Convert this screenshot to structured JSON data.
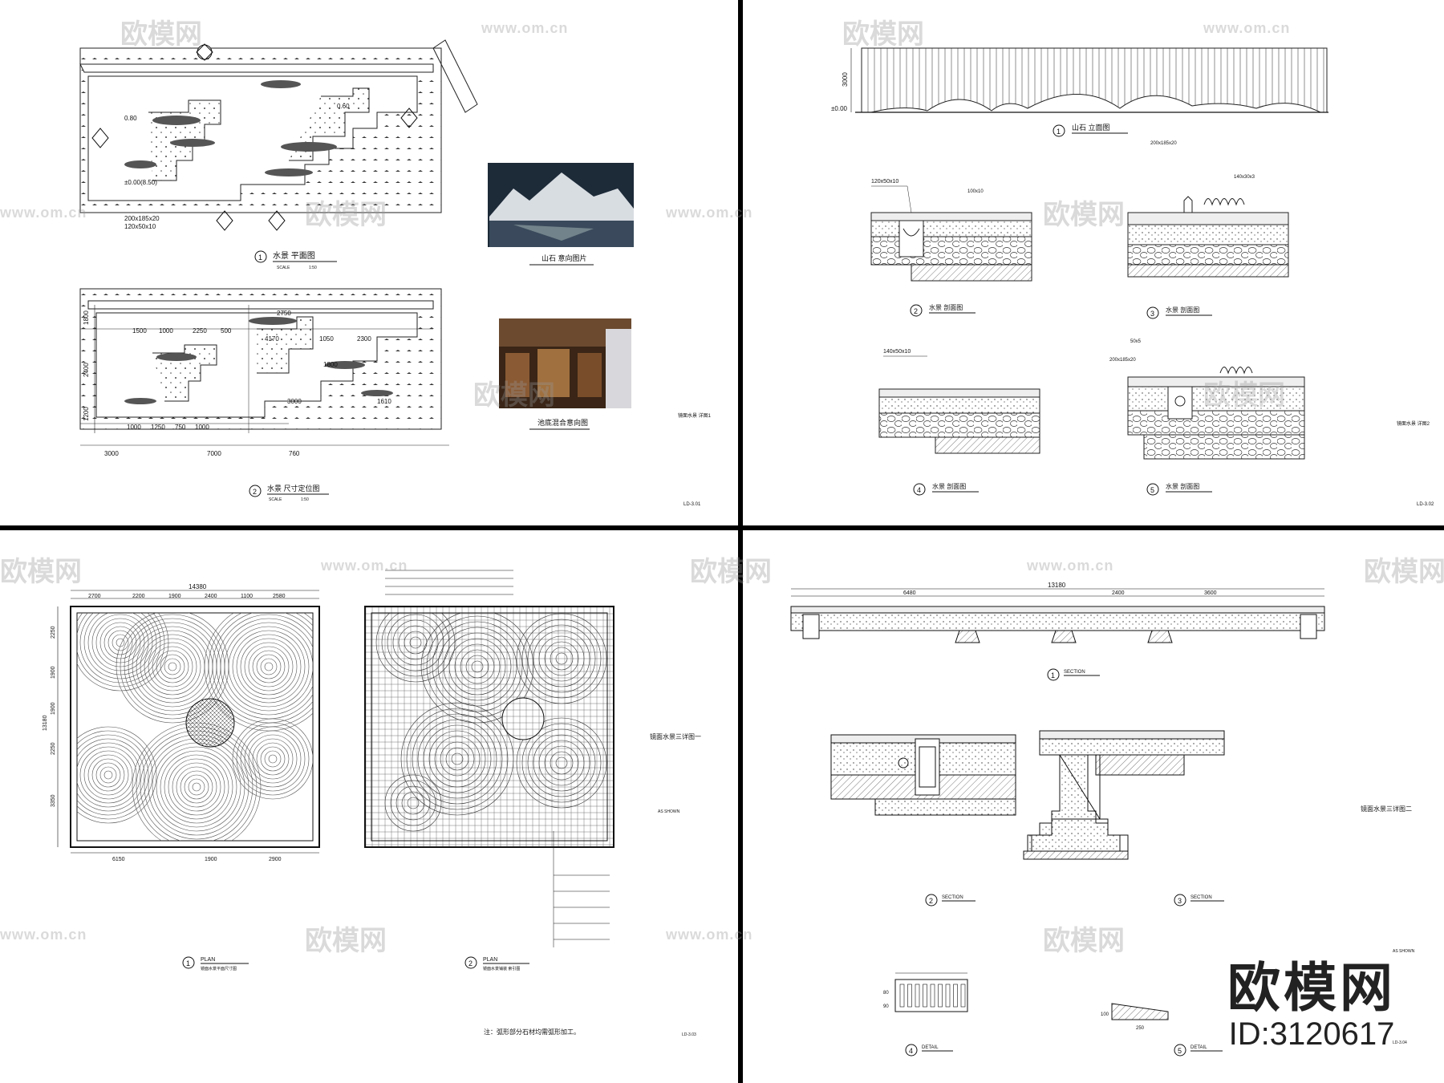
{
  "watermark": {
    "brand": "欧模网",
    "url": "www.om.cn"
  },
  "stamp": {
    "logo": "欧模网",
    "id": "ID:3120617"
  },
  "sheet1": {
    "plan_title": "水景 平面图",
    "plan_no": "1",
    "scale": "SCALE",
    "scale_val": "1:50",
    "photo1_caption": "山石 意向图片",
    "dim_plan_title": "水景 尺寸定位图",
    "dim_plan_no": "2",
    "photo2_caption": "池底混合意向图",
    "side_note": "镜面水景 详图1",
    "sheet_code": "LD-3.01",
    "top_dims": [
      "1500",
      "1000",
      "2250",
      "500",
      "2750",
      "4170",
      "1050",
      "2300",
      "1800",
      "3000",
      "1610"
    ],
    "bottom_dims": [
      "3000",
      "7000",
      "760"
    ],
    "row_dims": [
      "1000",
      "1250",
      "750",
      "1000"
    ],
    "left_dims": [
      "1800",
      "2400",
      "1200"
    ],
    "notes": [
      "200x185x20",
      "120x50x10",
      "±0.00(8.50)",
      "0.80",
      "0.60"
    ]
  },
  "sheet2": {
    "elev_title": "山石 立面图",
    "elev_no": "1",
    "height": "3000",
    "datum": "±0.00",
    "sec2_title": "水景 剖面图",
    "sec2_no": "2",
    "sec3_title": "水景 剖面图",
    "sec3_no": "3",
    "sec4_title": "水景 剖面图",
    "sec4_no": "4",
    "sec5_title": "水景 剖面图",
    "sec5_no": "5",
    "side_note": "镜面水景 详图2",
    "sheet_code": "LD-3.02",
    "callouts": [
      "120x50x10",
      "200x185x20",
      "140x30x3",
      "100x10",
      "140x50x10",
      "50x5",
      "200x185x20"
    ]
  },
  "sheet3": {
    "plan1_title": "PLAN",
    "plan1_no": "1",
    "plan1_sub": "镜面水景平面尺寸图",
    "plan2_title": "PLAN",
    "plan2_no": "2",
    "plan2_sub": "镜面水景铺装 索引图",
    "side_note": "镜面水景三详图一",
    "note": "注：弧形部分石材均需弧形加工。",
    "as_shown": "AS SHOWN",
    "sheet_code": "LD-3.03",
    "top_total": "14380",
    "top_dims": [
      "2700",
      "2200",
      "1900",
      "2400",
      "1100",
      "2580"
    ],
    "bottom_dims": [
      "6150",
      "1900",
      "2900"
    ],
    "left_dims": [
      "2250",
      "1900",
      "1900",
      "2250",
      "3350"
    ],
    "left_total": "13180"
  },
  "sheet4": {
    "sec1_title": "SECTION",
    "sec1_no": "1",
    "top_total": "13180",
    "top_dims": [
      "6480",
      "2400",
      "3600"
    ],
    "sec2_title": "SECTION",
    "sec2_no": "2",
    "sec3_title": "SECTION",
    "sec3_no": "3",
    "det4_title": "DETAIL",
    "det4_no": "4",
    "det5_title": "DETAIL",
    "det5_no": "5",
    "side_note": "镜面水景三详图二",
    "as_shown": "AS SHOWN",
    "sheet_code": "LD-3.04",
    "det5_dims": [
      "100",
      "250"
    ],
    "det4_dims": [
      "80",
      "90"
    ]
  }
}
